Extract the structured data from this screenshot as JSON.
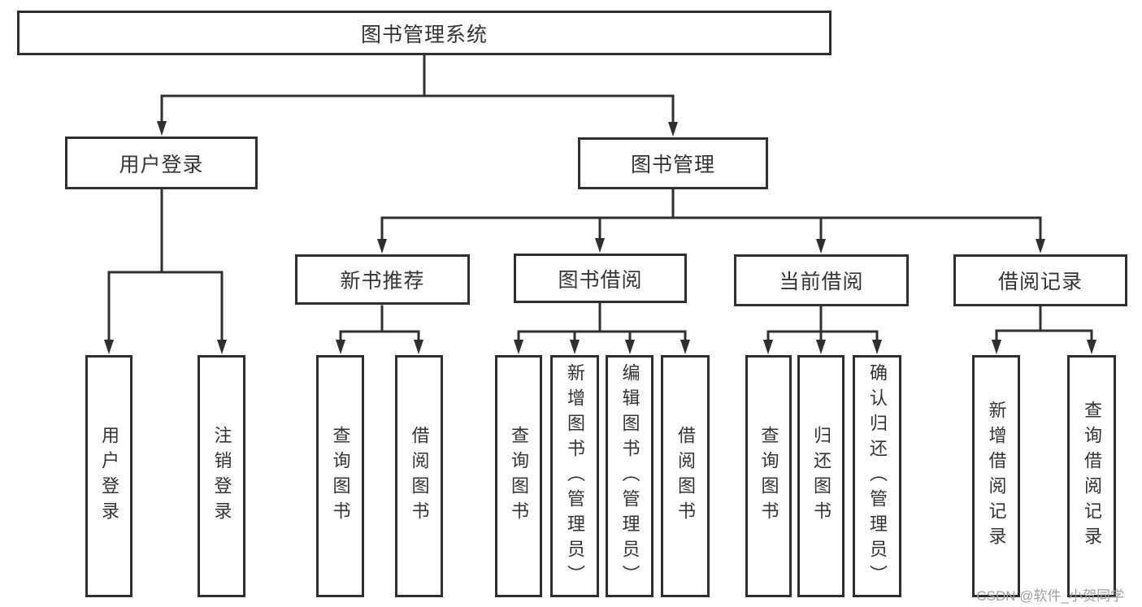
{
  "diagram": {
    "root": "图书管理系统",
    "level2": {
      "user_login": "用户登录",
      "book_mgmt": "图书管理"
    },
    "level3": {
      "new_books": "新书推荐",
      "borrowing": "图书借阅",
      "current": "当前借阅",
      "records": "借阅记录"
    },
    "leaves": {
      "user_login": "用户登录",
      "logout": "注销登录",
      "nb_query": "查询图书",
      "nb_borrow": "借阅图书",
      "bb_query": "查询图书",
      "bb_add": "新增图书（管理员）",
      "bb_edit": "编辑图书（管理员）",
      "bb_borrow": "借阅图书",
      "cb_query": "查询图书",
      "cb_return": "归还图书",
      "cb_confirm": "确认归还（管理员）",
      "br_add": "新增借阅记录",
      "br_query": "查询借阅记录"
    }
  },
  "watermark": "CSDN @软件_小贺同学",
  "colors": {
    "line": "#2f2f2f",
    "text": "#333333",
    "box_fill": "#ffffff",
    "background": "#ffffff",
    "watermark": "#9e9e9e"
  }
}
